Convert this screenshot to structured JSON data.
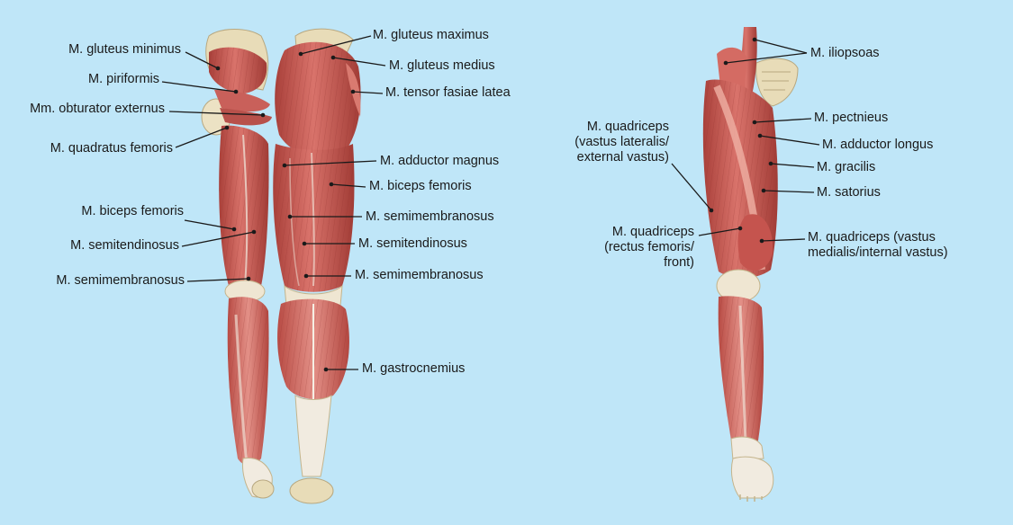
{
  "colors": {
    "background": "#bfe6f8",
    "muscle": "#c75a54",
    "muscle_light": "#e08b80",
    "muscle_dark": "#9c3833",
    "tendon": "#f1ebe0",
    "bone": "#e8dcb8",
    "leader_line": "#1a1a1a"
  },
  "labels": {
    "gluteus_minimus": "M. gluteus minimus",
    "piriformis": "M. piriformis",
    "obturator_externus": "Mm. obturator externus",
    "quadratus_femoris": "M. quadratus femoris",
    "biceps_femoris_left": "M. biceps femoris",
    "semitendinosus_left": "M. semitendinosus",
    "semimembranosus_left": "M. semimembranosus",
    "gluteus_maximus": "M. gluteus maximus",
    "gluteus_medius": "M. gluteus medius",
    "tensor_fasiae_latea": "M. tensor fasiae latea",
    "adductor_magnus": "M. adductor magnus",
    "biceps_femoris_right": "M. biceps femoris",
    "semimembranosus_mid": "M. semimembranosus",
    "semitendinosus_mid": "M. semitendinosus",
    "semimembranosus_low": "M. semimembranosus",
    "gastrocnemius": "M. gastrocnemius",
    "iliopsoas": "M. iliopsoas",
    "quadriceps_vastus_lateralis": "M. quadriceps\n(vastus lateralis/\nexternal vastus)",
    "pectnieus": "M. pectnieus",
    "adductor_longus": "M. adductor longus",
    "gracilis": "M. gracilis",
    "satorius": "M. satorius",
    "quadriceps_rectus_femoris": "M. quadriceps\n(rectus femoris/\nfront)",
    "quadriceps_vastus_medialis": "M. quadriceps (vastus\nmedialis/internal vastus)"
  }
}
